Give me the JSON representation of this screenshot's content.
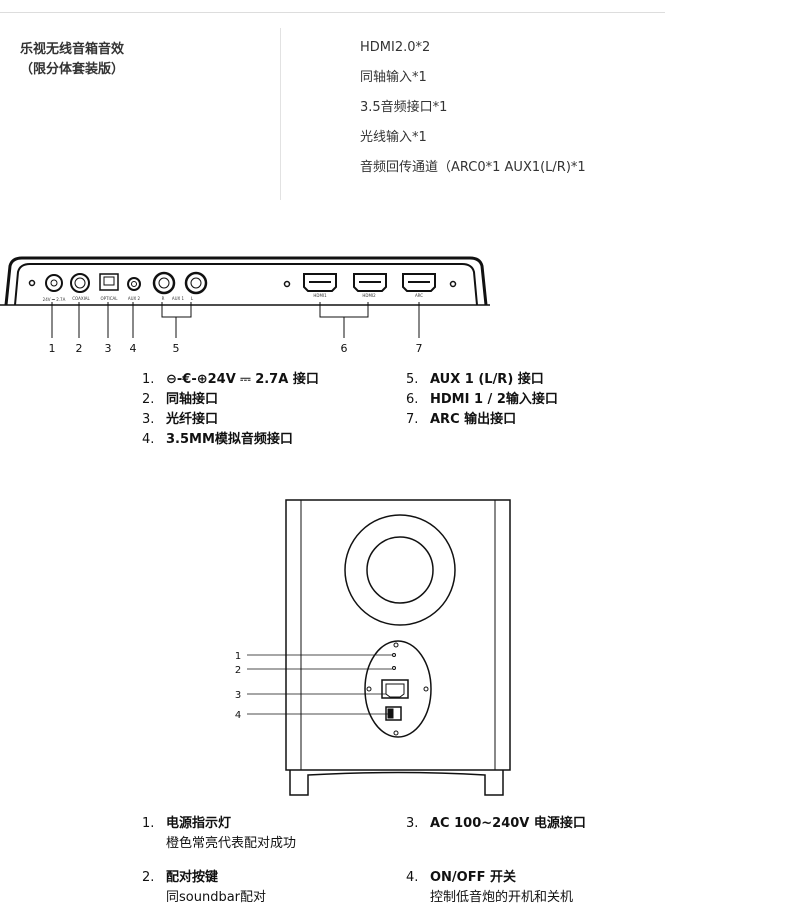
{
  "product": {
    "label_line1": "乐视无线音箱音效",
    "label_line2": "（限分体套装版）",
    "specs": [
      "HDMI2.0*2",
      "同轴输入*1",
      "3.5音频接口*1",
      "光线输入*1",
      "音频回传通道（ARC0*1 AUX1(L/R)*1"
    ]
  },
  "soundbar": {
    "port_labels": [
      "24V ⎓ 2.7A",
      "COAXIAL",
      "OPTICAL",
      "AUX 2",
      "R",
      "AUX 1",
      "L",
      "HDMI1",
      "HDMI2",
      "ARC"
    ],
    "callouts": [
      "1",
      "2",
      "3",
      "4",
      "5",
      "6",
      "7"
    ],
    "legend": [
      {
        "num": "1.",
        "text": "⊖-€-⊕24V ⎓ 2.7A 接口"
      },
      {
        "num": "2.",
        "text": "同轴接口"
      },
      {
        "num": "3.",
        "text": "光纤接口"
      },
      {
        "num": "4.",
        "text": "3.5MM模拟音频接口"
      },
      {
        "num": "5.",
        "text": "AUX 1 (L/R) 接口"
      },
      {
        "num": "6.",
        "text": "HDMI 1 / 2输入接口"
      },
      {
        "num": "7.",
        "text": "ARC 输出接口"
      }
    ]
  },
  "subwoofer": {
    "callouts": [
      "1",
      "2",
      "3",
      "4"
    ],
    "legend": [
      {
        "num": "1.",
        "text": "电源指示灯",
        "sub": "橙色常亮代表配对成功"
      },
      {
        "num": "3.",
        "text": "AC 100~240V 电源接口"
      },
      {
        "num": "2.",
        "text": "配对按键",
        "sub": "同soundbar配对"
      },
      {
        "num": "4.",
        "text": "ON/OFF 开关",
        "sub": "控制低音炮的开机和关机"
      }
    ]
  }
}
